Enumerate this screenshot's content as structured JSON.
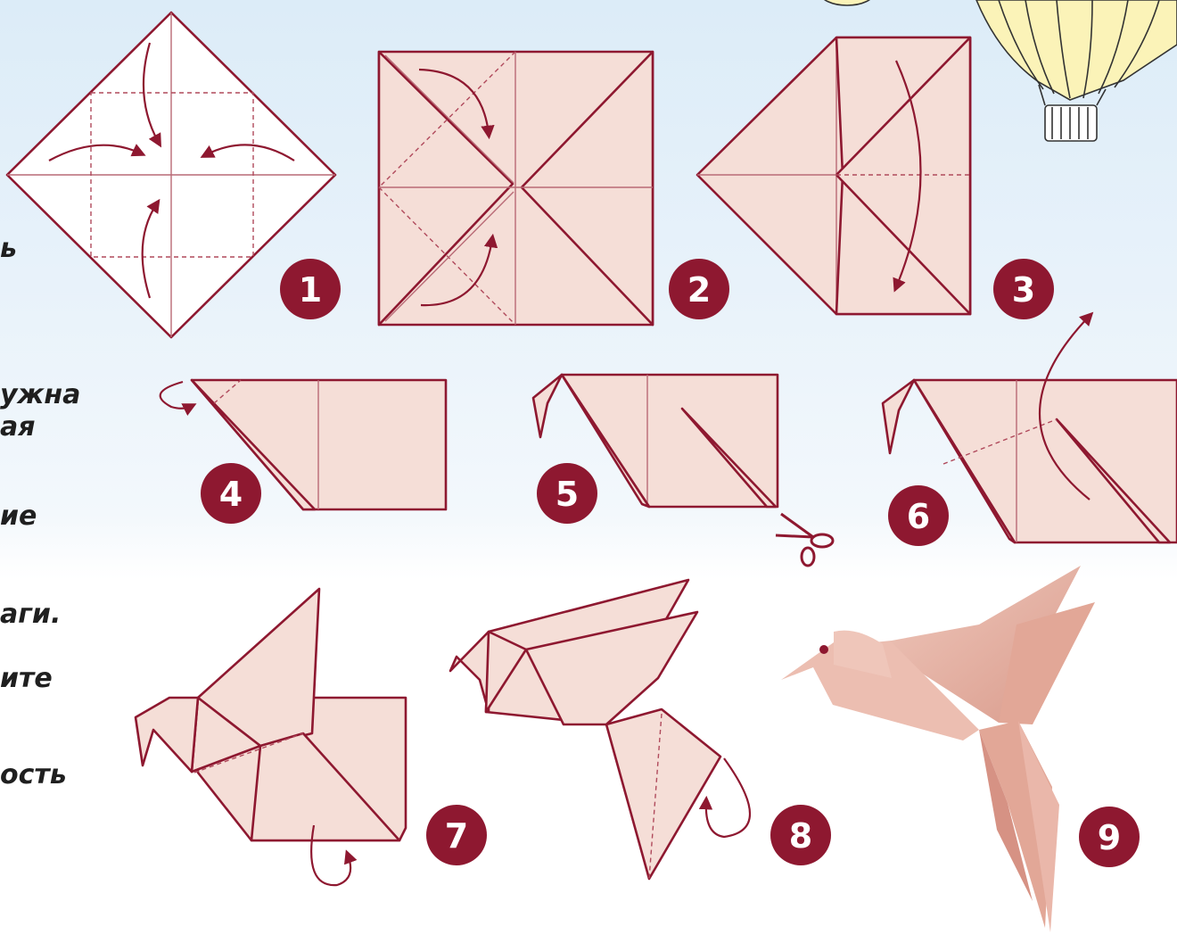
{
  "side_text": [
    "ь",
    "ужна",
    "ая",
    "ие",
    "аги.",
    "ите",
    "ость"
  ],
  "steps": [
    "1",
    "2",
    "3",
    "4",
    "5",
    "6",
    "7",
    "8",
    "9"
  ],
  "colors": {
    "accent": "#8e1830",
    "paper": "#f5ded7",
    "bird": "#e7b4a8"
  },
  "icons": [
    "scissors-icon",
    "hot-air-balloon-icon"
  ]
}
